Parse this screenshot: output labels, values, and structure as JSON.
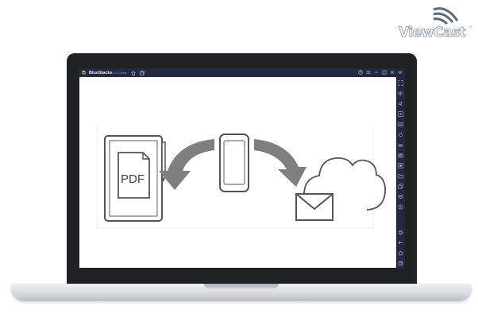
{
  "brand": {
    "name": "ViewCast",
    "registered_mark": "®"
  },
  "app": {
    "title": "BlueStacks",
    "version_label": "5.0.0 Beta",
    "accent_color": "#1c2236"
  },
  "illustration": {
    "document_label": "PDF"
  },
  "icons": {
    "titlebar": [
      "bluestacks-logo-icon",
      "home-icon",
      "multi-instance-icon",
      "help-icon",
      "menu-icon",
      "minimize-icon",
      "maximize-icon",
      "close-icon",
      "collapse-sidebar-icon"
    ],
    "sidebar": [
      "fullscreen-icon",
      "volume-up-icon",
      "volume-down-icon",
      "media-icon",
      "keyboard-icon",
      "rotate-icon",
      "shake-icon",
      "screenshot-icon",
      "record-icon",
      "folder-icon",
      "copy-icon",
      "layers-icon",
      "location-icon",
      "settings-icon",
      "back-icon",
      "home-icon",
      "recent-apps-icon"
    ]
  }
}
